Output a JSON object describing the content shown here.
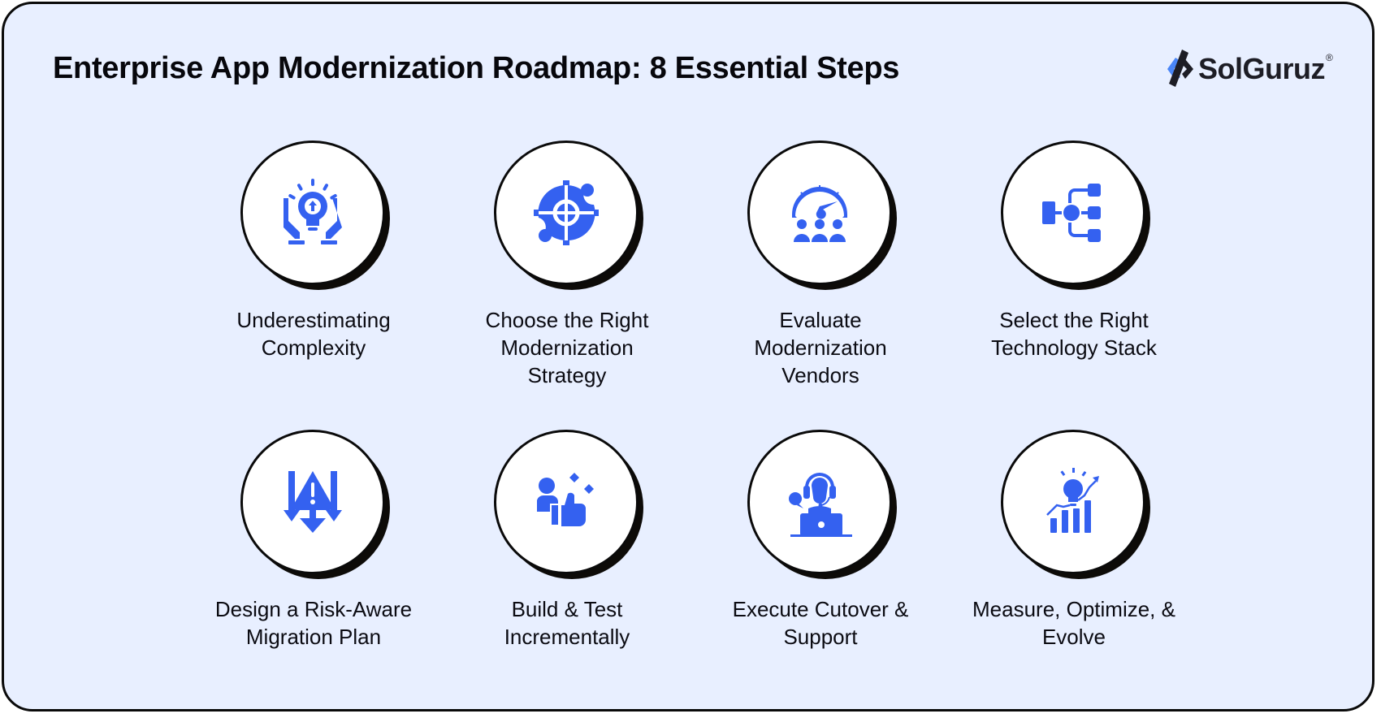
{
  "header": {
    "title": "Enterprise App Modernization Roadmap: 8 Essential Steps",
    "brand": {
      "name": "SolGuruz",
      "registered_mark": "®"
    }
  },
  "colors": {
    "background": "#e8efff",
    "accent_icon": "#3461f0",
    "border": "#0a0a0a",
    "text": "#0b0b12"
  },
  "steps": [
    {
      "label": "Underestimating\nComplexity",
      "icon": "idea-gear-hands-icon"
    },
    {
      "label": "Choose the Right\nModernization\nStrategy",
      "icon": "target-crosshair-icon"
    },
    {
      "label": "Evaluate\nModernization\nVendors",
      "icon": "gauge-team-icon"
    },
    {
      "label": "Select the Right\nTechnology Stack",
      "icon": "flowchart-stack-icon"
    },
    {
      "label": "Design a Risk-Aware\nMigration Plan",
      "icon": "warning-arrows-icon"
    },
    {
      "label": "Build & Test\nIncrementally",
      "icon": "user-thumbs-up-icon"
    },
    {
      "label": "Execute Cutover &\nSupport",
      "icon": "support-agent-laptop-icon"
    },
    {
      "label": "Measure, Optimize, &\nEvolve",
      "icon": "idea-growth-chart-icon"
    }
  ]
}
